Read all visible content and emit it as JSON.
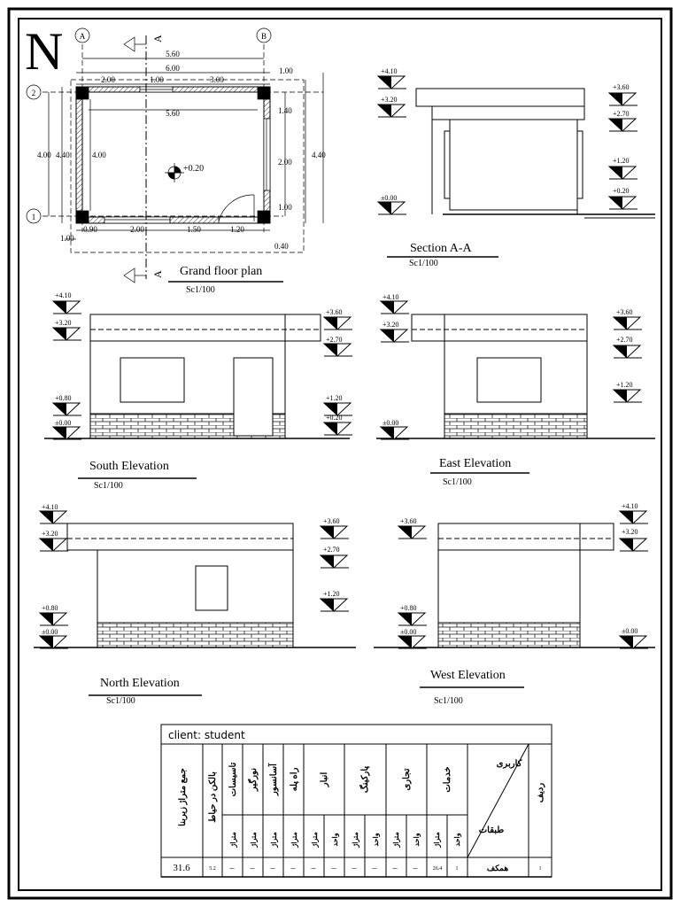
{
  "north_label": "N",
  "plan": {
    "title": "Grand floor plan",
    "scale": "Sc1/100",
    "axes": {
      "a": "A",
      "b": "B",
      "r1": "1",
      "r2": "2"
    },
    "section_mark": "A",
    "floor_level": "+0.20",
    "dims_top": {
      "d560": "5.60",
      "d600": "6.00",
      "d200": "2.00",
      "d100": "1.00",
      "d300": "3.00",
      "inner560": "5.60",
      "corner100": "1.00"
    },
    "dims_left": {
      "d400a": "4.00",
      "d440": "4.40",
      "inner400": "4.00"
    },
    "dims_right": {
      "d140": "1.40",
      "d200": "2.00",
      "d100": "1.00",
      "d440": "4.40"
    },
    "dims_bottom": {
      "d090": "0.90",
      "d200": "2.00",
      "d150": "1.50",
      "d120": "1.20",
      "d100": "1.00",
      "d040": "0.40"
    }
  },
  "section": {
    "title": "Section A-A",
    "scale": "Sc1/100",
    "levels_left": [
      "+4.10",
      "+3.20",
      "±0.00"
    ],
    "levels_right": [
      "+3.60",
      "+2.70",
      "+1.20",
      "+0.20"
    ]
  },
  "south": {
    "title": "South Elevation",
    "scale": "Sc1/100",
    "levels_left": [
      "+4.10",
      "+3.20",
      "+0.80",
      "±0.00"
    ],
    "levels_right": [
      "+3.60",
      "+2.70",
      "+1.20",
      "+0.20"
    ]
  },
  "east": {
    "title": "East Elevation",
    "scale": "Sc1/100",
    "levels_left": [
      "+4.10",
      "+3.20",
      "±0.00"
    ],
    "levels_right": [
      "+3.60",
      "+2.70",
      "+1.20"
    ]
  },
  "north": {
    "title": "North Elevation",
    "scale": "Sc1/100",
    "levels_left": [
      "+4.10",
      "+3.20",
      "+0.80",
      "±0.00"
    ],
    "levels_right": [
      "+3.60",
      "+2.70",
      "+1.20"
    ]
  },
  "west": {
    "title": "West Elevation",
    "scale": "Sc1/100",
    "levels_left": [
      "+3.60",
      "+0.80",
      "±0.00"
    ],
    "levels_right": [
      "+4.10",
      "+3.20",
      "±0.00"
    ]
  },
  "table": {
    "client": "client: student",
    "headers": [
      "جمع متراژ زیربنا",
      "بالکن در حیاط",
      "تاسیسات",
      "نورگیر",
      "آسانسور",
      "راه پله",
      "انبار",
      "پارکینگ",
      "تجاری",
      "خدمات",
      "کاربری",
      "طبقات",
      "ردیف"
    ],
    "sub_area": "متراژ",
    "sub_unit": "واحد",
    "values": [
      "31.6",
      "5.2",
      "–",
      "–",
      "–",
      "–",
      "–",
      "–",
      "–",
      "–",
      "–",
      "–",
      "26.4",
      "1",
      "همکف",
      "1"
    ]
  }
}
